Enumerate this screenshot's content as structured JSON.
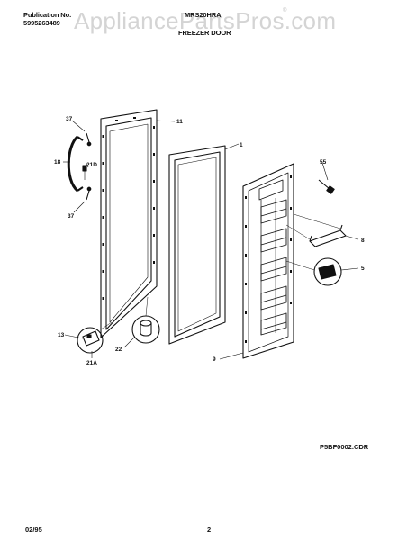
{
  "header": {
    "publication_label": "Publication No.",
    "publication_number": "5995263489",
    "model": "MRS20HRA",
    "section": "FREEZER DOOR"
  },
  "watermark": {
    "text": "AppliancePartsPros.com",
    "mark": "®"
  },
  "parts": {
    "p37a": "37",
    "p18": "18",
    "p21d": "21D",
    "p37b": "37",
    "p11": "11",
    "p1": "1",
    "p55": "55",
    "p8": "8",
    "p5": "5",
    "p9": "9",
    "p13": "13",
    "p21a": "21A",
    "p22": "22"
  },
  "drawing_id": "P5BF0002.CDR",
  "footer": {
    "date": "02/95",
    "page": "2"
  }
}
